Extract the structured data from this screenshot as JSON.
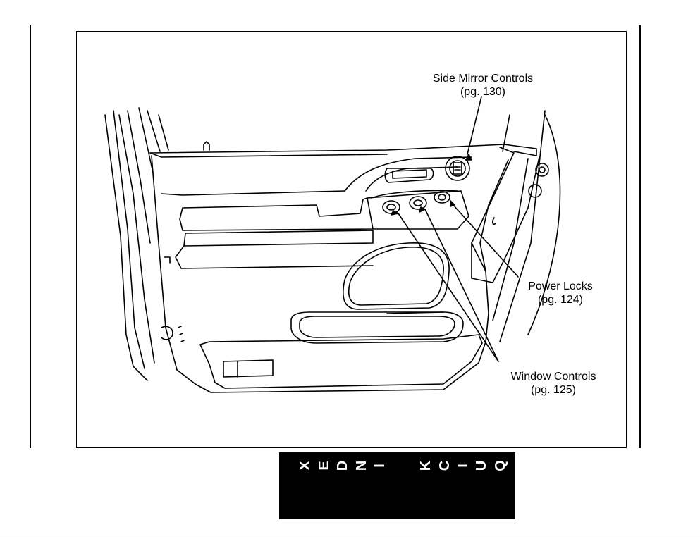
{
  "figure": {
    "callouts": {
      "side_mirror": {
        "label": "Side Mirror Controls",
        "page_ref": "(pg. 130)"
      },
      "power_locks": {
        "label": "Power Locks",
        "page_ref": "(pg. 124)"
      },
      "window_controls": {
        "label": "Window Controls",
        "page_ref": "(pg. 125)"
      }
    }
  },
  "quick_index_tab": {
    "letters": [
      "Q",
      "U",
      "I",
      "C",
      "K",
      "I",
      "N",
      "D",
      "E",
      "X"
    ]
  }
}
